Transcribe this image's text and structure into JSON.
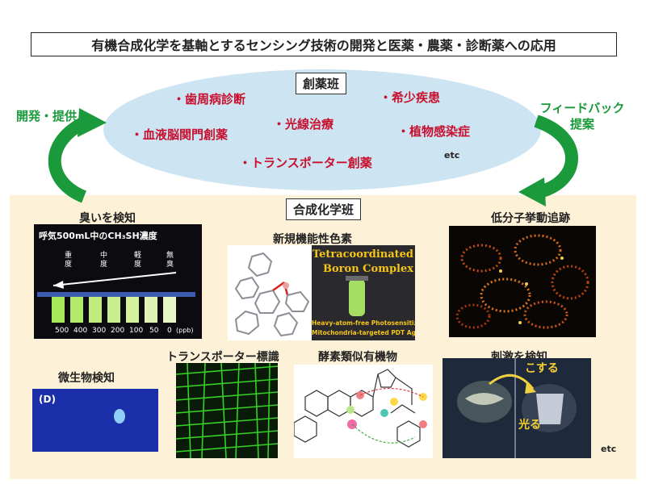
{
  "title": "有機合成化学を基軸とするセンシング技術の開発と医薬・農薬・診断薬への応用",
  "pharma_team": {
    "label": "創薬班",
    "items": [
      "・歯周病診断",
      "・希少疾患",
      "・光線治療",
      "・血液脳関門創薬",
      "・植物感染症",
      "・トランスポーター創薬"
    ],
    "etc": "etc"
  },
  "left_arrow_label": "開発・提供",
  "right_arrow_label": [
    "フィードバック",
    "提案"
  ],
  "synthesis_team": {
    "label": "合成化学班",
    "etc": "etc",
    "panels": {
      "odor": {
        "caption": "臭いを検知",
        "heading": "呼気500mL中のCH₃SH濃度",
        "levels": [
          "重度",
          "中度",
          "軽度",
          "無臭"
        ],
        "ticks": [
          "500",
          "400",
          "300",
          "200",
          "100",
          "50",
          "0"
        ],
        "unit": "(ppb)"
      },
      "dye": {
        "caption": "新規機能性色素",
        "line1": "Tetracoordinated",
        "line2": "Boron Complex",
        "sub1": "Heavy-atom-free Photosensitizer",
        "sub2": "Mitochondria-targeted PDT Agent"
      },
      "tracking": {
        "caption": "低分子挙動追跡"
      },
      "microbe": {
        "caption": "微生物検知",
        "tag": "(D)"
      },
      "transporter": {
        "caption": "トランスポーター標識"
      },
      "enzyme": {
        "caption": "酵素類似有機物"
      },
      "stimulus": {
        "caption": "刺激を検知",
        "rub": "こする",
        "glow": "光る"
      }
    }
  },
  "colors": {
    "ellipse": "#cde4f2",
    "pharma_text": "#c8102e",
    "arrow_green": "#1a9a3a",
    "synthesis_bg": "#fdf1d8"
  }
}
